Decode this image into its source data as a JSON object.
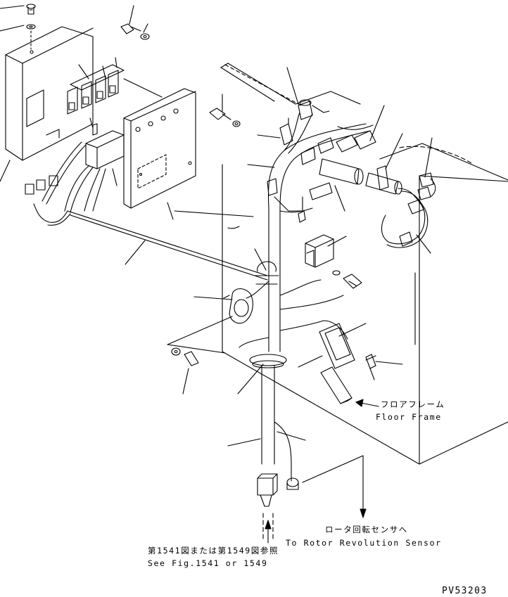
{
  "labels": {
    "floor_frame_jp": "フロアフレーム",
    "floor_frame_en": "Floor Frame",
    "rotor_sensor_jp": "ロータ回転センサへ",
    "rotor_sensor_en": "To Rotor Revolution Sensor",
    "see_fig_jp": "第1541図または第1549図参照",
    "see_fig_en": "See Fig.1541 or 1549",
    "drawing_code": "PV53203"
  },
  "colors": {
    "line": "#000000",
    "background": "#ffffff"
  }
}
